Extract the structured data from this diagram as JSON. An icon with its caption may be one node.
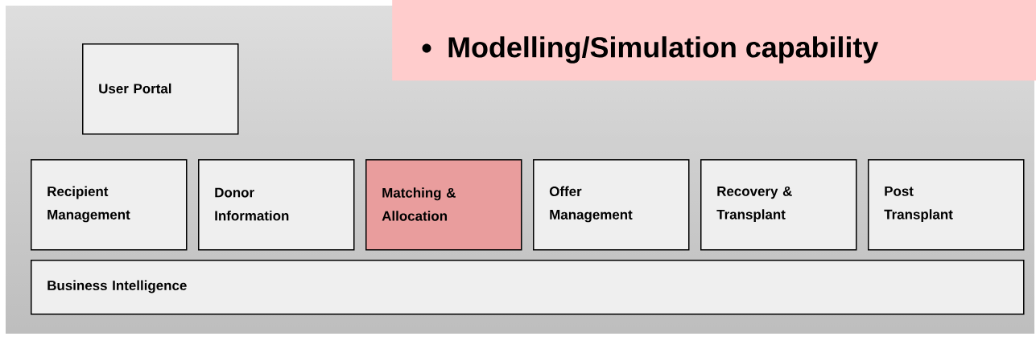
{
  "diagram": {
    "nodes": [
      {
        "text": [
          "Modelling/Simulation capability"
        ]
      },
      {
        "text": [
          "User Portal"
        ]
      },
      {
        "text": [
          "Recipient Management"
        ]
      },
      {
        "text": [
          "Donor Information"
        ]
      },
      {
        "text": [
          "Matching & Allocation"
        ]
      },
      {
        "text": [
          "Offer Management"
        ]
      },
      {
        "text": [
          "Recovery & Transplant"
        ]
      },
      {
        "text": [
          "Post Transplant"
        ]
      },
      {
        "text": [
          "Business Intelligence"
        ]
      }
    ]
  }
}
